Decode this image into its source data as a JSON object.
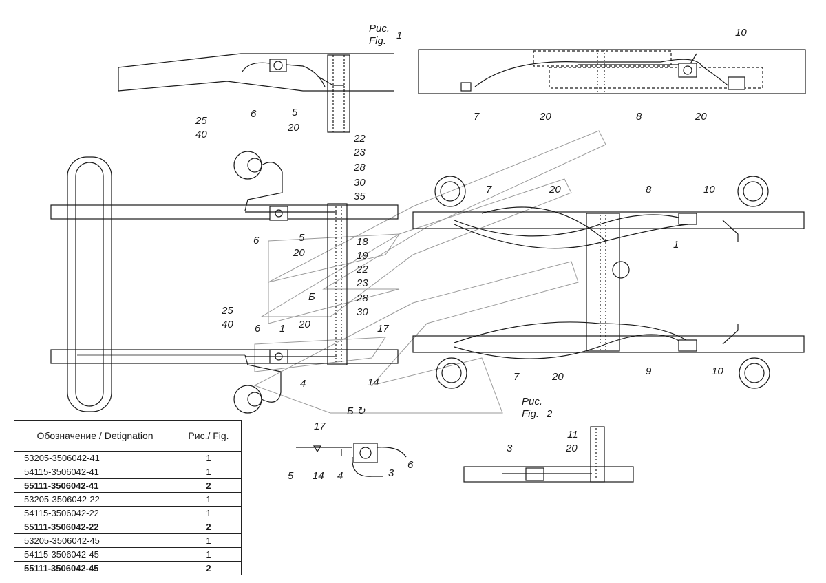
{
  "figures": {
    "fig1_ru": "Рис.",
    "fig1_en": "Fig.",
    "fig1_num": "1",
    "fig2_ru": "Рис.",
    "fig2_en": "Fig.",
    "fig2_num": "2"
  },
  "view_marks": {
    "view_label": "Б",
    "view_rotated": "Б ↻"
  },
  "callouts": {
    "top_left": [
      "25",
      "40",
      "6",
      "5",
      "20"
    ],
    "top_right": [
      "10",
      "7",
      "20",
      "8",
      "20"
    ],
    "left_plan": [
      "22",
      "23",
      "28",
      "30",
      "35",
      "6",
      "5",
      "20",
      "18",
      "19",
      "22",
      "23",
      "28",
      "30",
      "20",
      "25",
      "40",
      "6",
      "1",
      "17",
      "4",
      "14"
    ],
    "right_plan": [
      "7",
      "20",
      "8",
      "10",
      "1",
      "7",
      "20",
      "9",
      "10"
    ],
    "detail_center": [
      "17",
      "5",
      "14",
      "4",
      "6",
      "3"
    ],
    "detail_right": [
      "11",
      "20",
      "3"
    ]
  },
  "table": {
    "header_designation": "Обозначение / Detignation",
    "header_fig": "Рис./ Fig.",
    "rows": [
      {
        "designation": "53205-3506042-41",
        "fig": "1",
        "bold": false
      },
      {
        "designation": "54115-3506042-41",
        "fig": "1",
        "bold": false
      },
      {
        "designation": "55111-3506042-41",
        "fig": "2",
        "bold": true
      },
      {
        "designation": "53205-3506042-22",
        "fig": "1",
        "bold": false
      },
      {
        "designation": "54115-3506042-22",
        "fig": "1",
        "bold": false
      },
      {
        "designation": "55111-3506042-22",
        "fig": "2",
        "bold": true
      },
      {
        "designation": "53205-3506042-45",
        "fig": "1",
        "bold": false
      },
      {
        "designation": "54115-3506042-45",
        "fig": "1",
        "bold": false
      },
      {
        "designation": "55111-3506042-45",
        "fig": "2",
        "bold": true
      }
    ]
  }
}
